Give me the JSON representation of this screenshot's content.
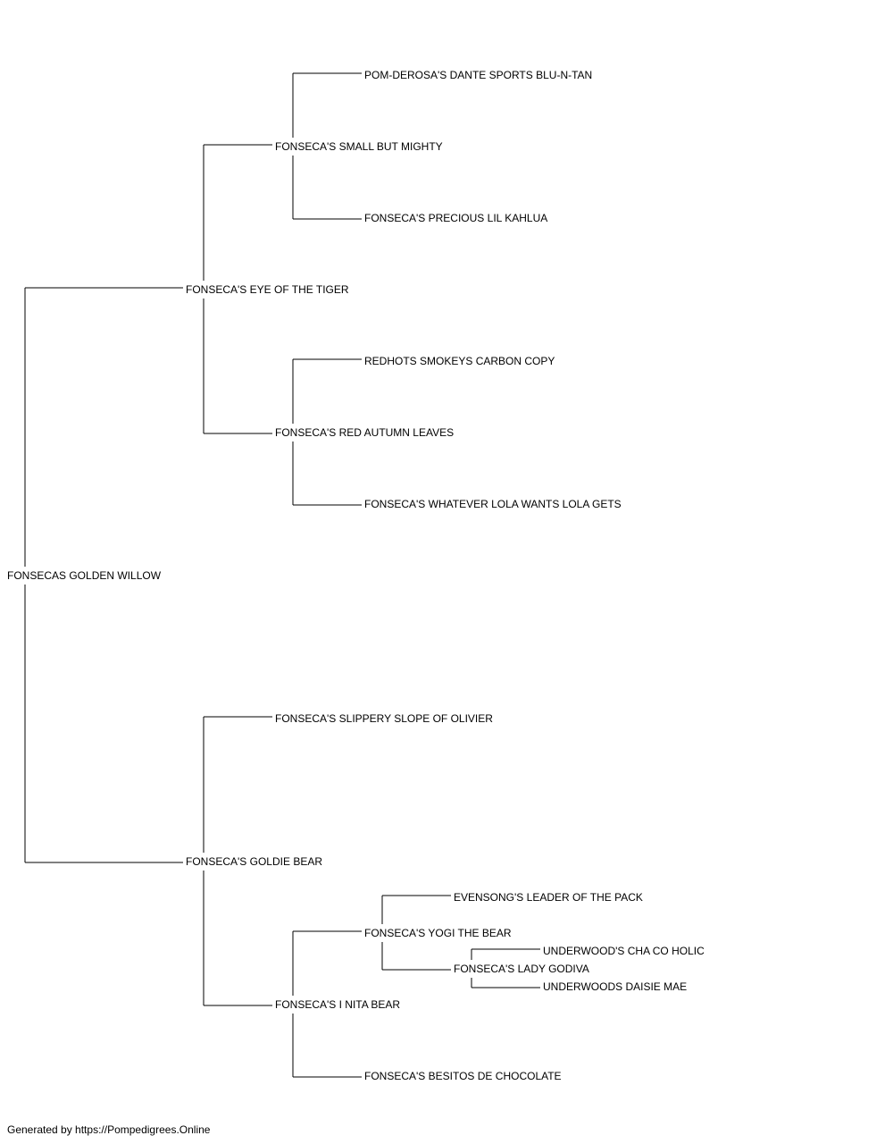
{
  "pedigree": {
    "subject": "FONSECAS GOLDEN WILLOW",
    "sire": {
      "name": "FONSECA'S EYE OF THE TIGER",
      "sire": {
        "name": "FONSECA'S SMALL BUT MIGHTY",
        "sire": {
          "name": "POM-DEROSA'S DANTE SPORTS BLU-N-TAN"
        },
        "dam": {
          "name": "FONSECA'S PRECIOUS LIL KAHLUA"
        }
      },
      "dam": {
        "name": "FONSECA'S RED AUTUMN LEAVES",
        "sire": {
          "name": "REDHOTS SMOKEYS CARBON COPY"
        },
        "dam": {
          "name": "FONSECA'S WHATEVER LOLA WANTS LOLA GETS"
        }
      }
    },
    "dam": {
      "name": "FONSECA'S GOLDIE BEAR",
      "sire": {
        "name": "FONSECA'S SLIPPERY SLOPE OF OLIVIER"
      },
      "dam": {
        "name": "FONSECA'S I NITA BEAR",
        "sire": {
          "name": "FONSECA'S YOGI THE BEAR",
          "sire": {
            "name": "EVENSONG'S LEADER OF THE PACK"
          },
          "dam": {
            "name": "FONSECA'S LADY GODIVA",
            "sire": {
              "name": "UNDERWOOD'S CHA CO HOLIC"
            },
            "dam": {
              "name": "UNDERWOODS DAISIE MAE"
            }
          }
        },
        "dam": {
          "name": "FONSECA'S BESITOS DE CHOCOLATE"
        }
      }
    }
  },
  "footer": {
    "text": "Generated by https://Pompedigrees.Online"
  }
}
